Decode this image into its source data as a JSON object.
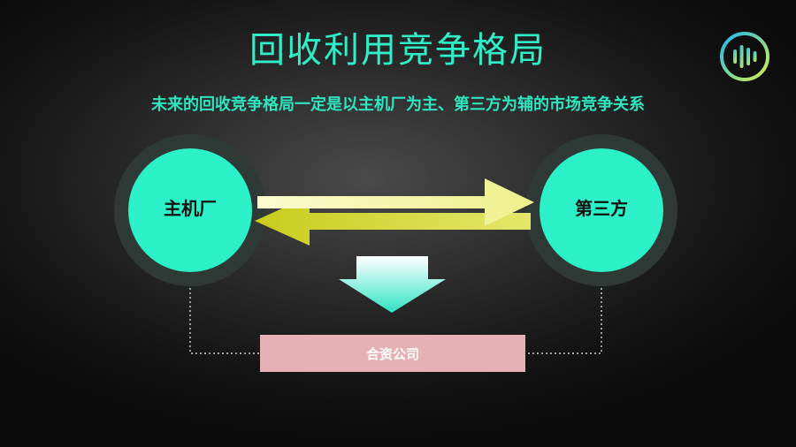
{
  "title": "回收利用竞争格局",
  "subtitle": "未来的回收竞争格局一定是以主机厂为主、第三方为辅的市场竞争关系",
  "nodes": {
    "left": "主机厂",
    "right": "第三方",
    "bottom": "合资公司"
  },
  "colors": {
    "accent": "#30efc8",
    "node_fill": "#2cf0c8",
    "node_ring": "#2f3a36",
    "arrow_right": "#f6f6a8",
    "arrow_left": "#cfd12a",
    "down_arrow_top": "#ffffff",
    "down_arrow_bottom": "#2ee3c4",
    "jv_box": "#e5b1b4",
    "connector": "#c8c8c8"
  },
  "logo": {
    "icon": "sound-wave-logo-icon"
  }
}
